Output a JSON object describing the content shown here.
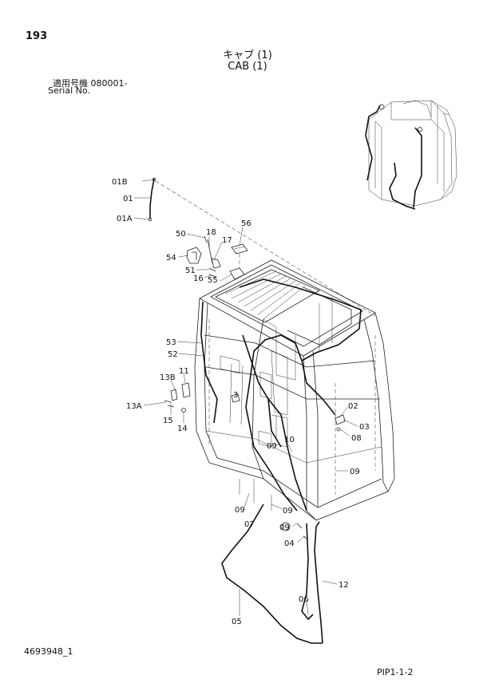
{
  "header": {
    "page_number": "193",
    "title_ja": "キャブ (1)",
    "title_en": "CAB (1)",
    "serial_label_ja": "適用号機 080001-",
    "serial_label_en": "Serial No."
  },
  "footer": {
    "doc_id": "4693948_1",
    "sheet_code": "PIP1-1-2"
  },
  "part_labels": {
    "p01B": "01B",
    "p01": "01",
    "p01A": "01A",
    "p50": "50",
    "p18": "18",
    "p17": "17",
    "p56": "56",
    "p54": "54",
    "p51": "51",
    "p16": "16",
    "p55": "55",
    "p53": "53",
    "p52": "52",
    "p13B": "13B",
    "p11": "11",
    "p13A": "13A",
    "p15": "15",
    "p14": "14",
    "p3": "3",
    "p02": "02",
    "p03": "03",
    "p08": "08",
    "p09a": "09",
    "p10": "10",
    "p09b": "09",
    "p09c": "09",
    "p09d": "09",
    "p09e": "09",
    "p07": "07",
    "p04": "04",
    "p12": "12",
    "p06": "06",
    "p05": "05"
  }
}
